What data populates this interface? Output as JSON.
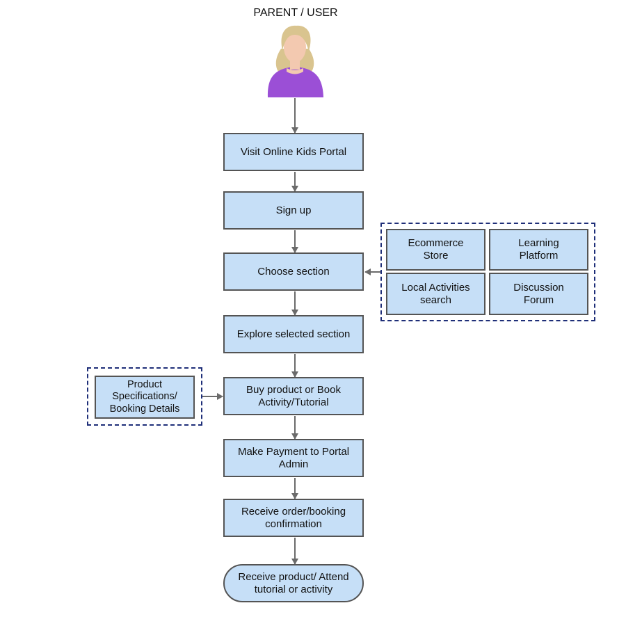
{
  "diagram": {
    "actor": {
      "label": "PARENT / USER",
      "icon": "user-avatar-icon",
      "colors": {
        "shirt": "#9b4fd6",
        "hair": "#d9c48f",
        "skin": "#f3c9b0"
      }
    },
    "steps": [
      "Visit Online Kids Portal",
      "Sign up",
      "Choose section",
      "Explore selected section",
      "Buy product or Book\nActivity/Tutorial",
      "Make Payment to Portal\nAdmin",
      "Receive order/booking\nconfirmation",
      "Receive product/ Attend\ntutorial or activity"
    ],
    "sections_group": [
      "Ecommerce\nStore",
      "Learning\nPlatform",
      "Local Activities\nsearch",
      "Discussion\nForum"
    ],
    "details_group": [
      "Product\nSpecifications/\nBooking Details"
    ],
    "colors": {
      "box_fill": "#c6dff7",
      "box_border": "#545454",
      "group_border": "#1e2e78",
      "arrow": "#6b6b6b"
    }
  }
}
